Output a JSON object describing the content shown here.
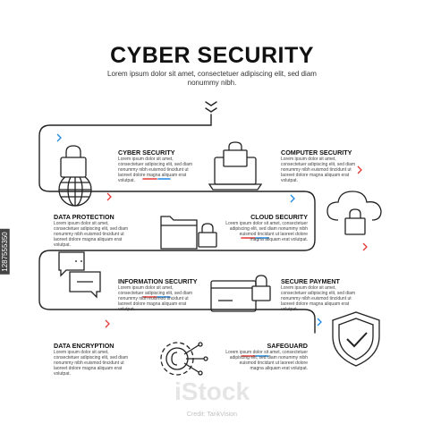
{
  "header": {
    "title": "CYBER SECURITY",
    "subtitle": "Lorem ipsum dolor sit amet, consectetuer adipiscing elit, sed diam nonummy nibh."
  },
  "sections": [
    {
      "title": "CYBER SECURITY",
      "body": "Lorem ipsum dolor sit amet, consectetuer adipiscing elit, sed diam nonummy nibh euismod tincidunt ut laoreet dolore magna aliquam erat volutpat."
    },
    {
      "title": "COMPUTER SECURITY",
      "body": "Lorem ipsum dolor sit amet, consectetuer adipiscing elit, sed diam nonummy nibh euismod tincidunt ut laoreet dolore magna aliquam erat volutpat."
    },
    {
      "title": "DATA PROTECTION",
      "body": "Lorem ipsum dolor sit amet, consectetuer adipiscing elit, sed diam nonummy nibh euismod tincidunt ut laoreet dolore magna aliquam erat volutpat."
    },
    {
      "title": "CLOUD SECURITY",
      "body": "Lorem ipsum dolor sit amet, consectetuer adipiscing elit, sed diam nonummy nibh euismod tincidunt ut laoreet dolore magna aliquam erat volutpat."
    },
    {
      "title": "INFORMATION SECURITY",
      "body": "Lorem ipsum dolor sit amet, consectetuer adipiscing elit, sed diam nonummy nibh euismod tincidunt ut laoreet dolore magna aliquam erat volutpat."
    },
    {
      "title": "SECURE PAYMENT",
      "body": "Lorem ipsum dolor sit amet, consectetuer adipiscing elit, sed diam nonummy nibh euismod tincidunt ut laoreet dolore magna aliquam erat volutpat."
    },
    {
      "title": "DATA ENCRYPTION",
      "body": "Lorem ipsum dolor sit amet, consectetuer adipiscing elit, sed diam nonummy nibh euismod tincidunt ut laoreet dolore magna aliquam erat volutpat."
    },
    {
      "title": "SAFEGUARD",
      "body": "Lorem ipsum dolor sit amet, consectetuer adipiscing elit, sed diam nonummy nibh euismod tincidunt ut laoreet dolore magna aliquam erat volutpat."
    }
  ],
  "icons": [
    "globe-lock",
    "laptop-lock",
    "folder-lock",
    "cloud-lock",
    "chat-bubbles",
    "card-lock",
    "gear-circuit",
    "shield-check"
  ],
  "colors": {
    "accent_red": "#e53935",
    "accent_blue": "#1e88e5",
    "line": "#222222"
  },
  "watermark": {
    "brand": "iStock",
    "credit": "Credit: TarikVision",
    "image_id": "1287555350"
  }
}
